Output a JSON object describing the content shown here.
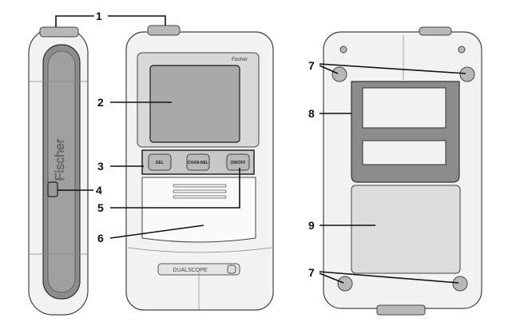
{
  "title": "Device views with numbered callouts",
  "callouts": [
    "1",
    "2",
    "3",
    "4",
    "5",
    "6",
    "7",
    "8",
    "9",
    "7"
  ],
  "device": {
    "side_brand": "Fischer",
    "screen_brand": "Fischer",
    "buttons": [
      "DEL",
      "CHAN-NEL",
      "ON/OFF"
    ],
    "logo": "DUALSCOPE"
  },
  "colors": {
    "line": "#111111",
    "body": "#f2f2f2",
    "dark": "#8c8c8c"
  }
}
